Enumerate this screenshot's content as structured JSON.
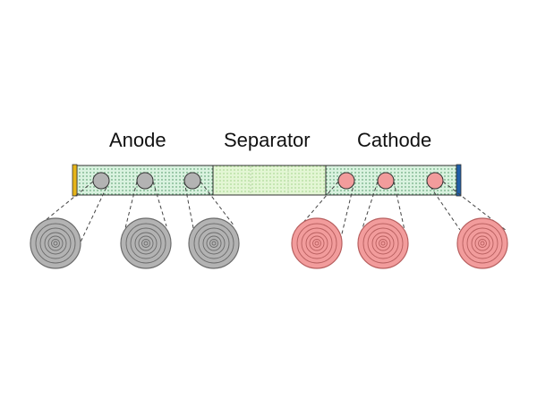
{
  "labels": {
    "anode": "Anode",
    "separator": "Separator",
    "cathode": "Cathode"
  },
  "colors": {
    "anode_particle": "#b3b3b3",
    "cathode_particle": "#f29c9c",
    "electrolyte_fill": "#d9f2df",
    "anode_collector": "#e6b418",
    "cathode_collector": "#1f5fa8",
    "outline": "#333333"
  }
}
